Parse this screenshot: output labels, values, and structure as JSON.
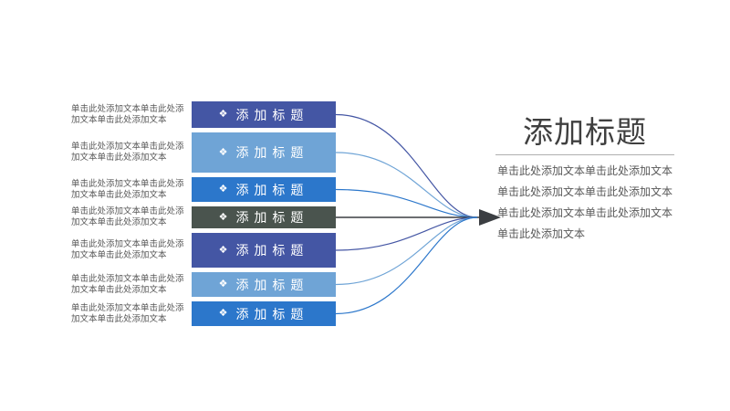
{
  "slide": {
    "background_color": "#ffffff",
    "left_items": [
      {
        "side_text": "单击此处添加文本单击此处添\n加文本单击此处添加文本",
        "icon": "❖",
        "bar_label": "添加标题",
        "color": "#4456a4"
      },
      {
        "side_text": "单击此处添加文本单击此处添\n加文本单击此处添加文本",
        "icon": "❖",
        "bar_label": "添加标题",
        "color": "#6fa4d6"
      },
      {
        "side_text": "单击此处添加文本单击此处添\n加文本单击此处添加文本",
        "icon": "❖",
        "bar_label": "添加标题",
        "color": "#2c77cb"
      },
      {
        "side_text": "单击此处添加文本单击此处添\n加文本单击此处添加文本",
        "icon": "❖",
        "bar_label": "添加标题",
        "color": "#4a544e"
      },
      {
        "side_text": "单击此处添加文本单击此处添\n加文本单击此处添加文本",
        "icon": "❖",
        "bar_label": "添加标题",
        "color": "#4456a4"
      },
      {
        "side_text": "单击此处添加文本单击此处添\n加文本单击此处添加文本",
        "icon": "❖",
        "bar_label": "添加标题",
        "color": "#6fa4d6"
      },
      {
        "side_text": "单击此处添加文本单击此处添\n加文本单击此处添加文本",
        "icon": "❖",
        "bar_label": "添加标题",
        "color": "#2c77cb"
      }
    ],
    "arrow": {
      "color": "#3b3e42"
    },
    "right_panel": {
      "title": "添加标题",
      "title_color": "#3f3f3f",
      "divider_color": "#b0b0b0",
      "body_text": "单击此处添加文本单击此处添加文本\n单击此处添加文本单击此处添加文本\n单击此处添加文本单击此处添加文本\n单击此处添加文本",
      "body_color": "#595959"
    }
  }
}
